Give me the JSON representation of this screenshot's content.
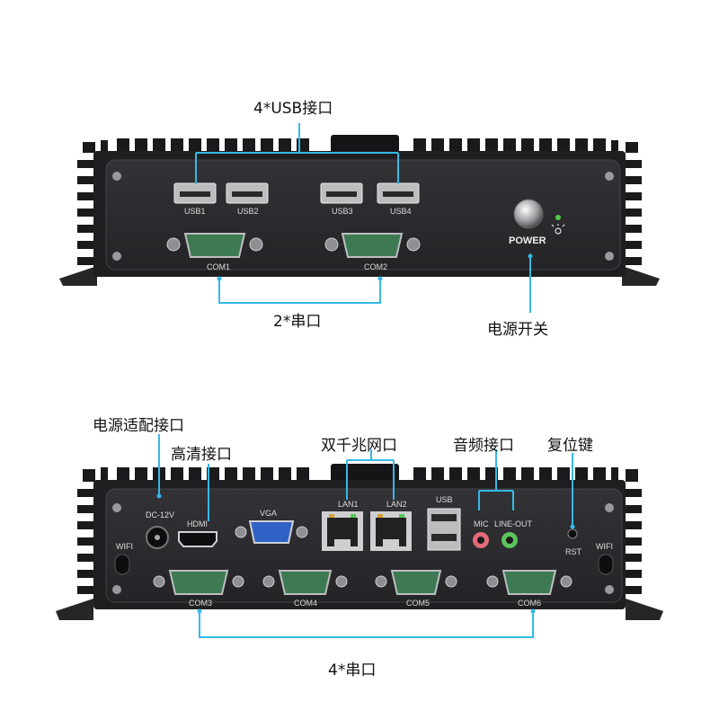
{
  "top_view": {
    "callouts": {
      "usb": "4*USB接口",
      "serial": "2*串口",
      "power_switch": "电源开关"
    },
    "ports": {
      "usb1": "USB1",
      "usb2": "USB2",
      "usb3": "USB3",
      "usb4": "USB4",
      "com1": "COM1",
      "com2": "COM2",
      "power": "POWER"
    }
  },
  "bottom_view": {
    "callouts": {
      "power_adapter": "电源适配接口",
      "hdmi_port": "高清接口",
      "dual_lan": "双千兆网口",
      "audio": "音频接口",
      "reset": "复位键",
      "serial": "4*串口"
    },
    "ports": {
      "dc": "DC-12V",
      "hdmi": "HDMI",
      "vga": "VGA",
      "lan1": "LAN1",
      "lan2": "LAN2",
      "usb": "USB",
      "mic": "MIC",
      "line_out": "LINE-OUT",
      "rst": "RST",
      "wifi_left": "WIFI",
      "wifi_right": "WIFI",
      "com3": "COM3",
      "com4": "COM4",
      "com5": "COM5",
      "com6": "COM6"
    }
  },
  "colors": {
    "callout_line": "#35b9e6",
    "chassis": "#1b1b1d",
    "panel": "#2b2b2e",
    "serial_port": "#3d7a54",
    "vga_port": "#2f62c7",
    "mic_jack": "#e46a7a",
    "line_out_jack": "#5cc25a",
    "power_led": "#4ecb4e"
  }
}
